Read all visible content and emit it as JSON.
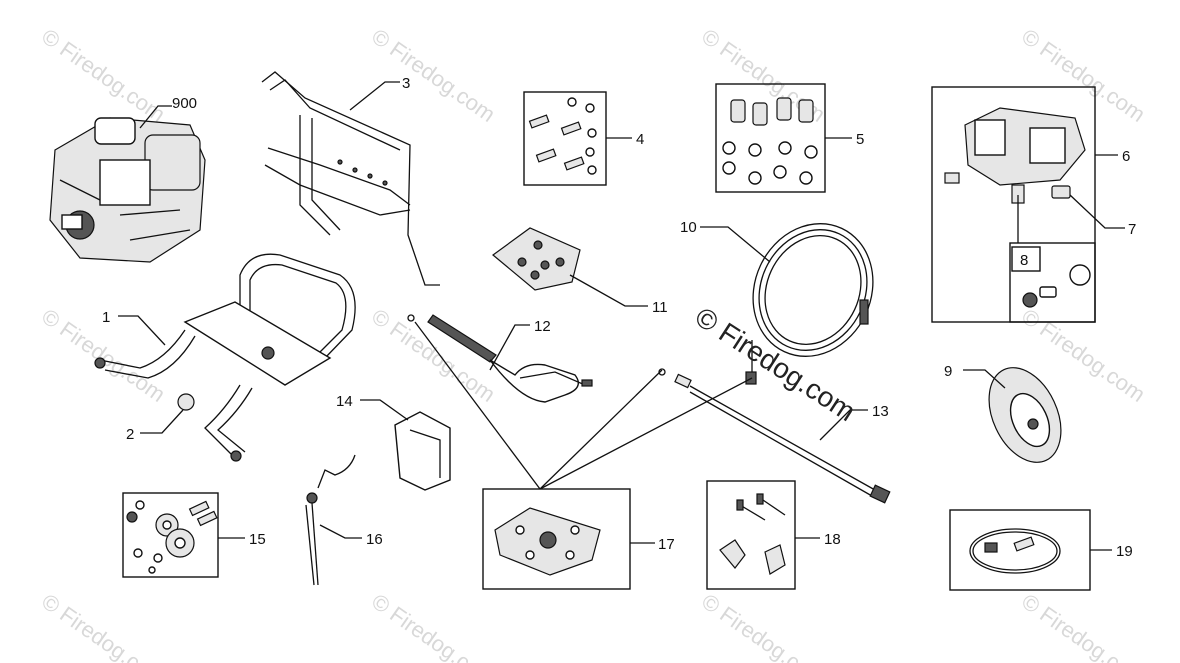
{
  "watermark": {
    "tile_text": "© Firedog.com",
    "center_text": "© Firedog.com"
  },
  "callouts": [
    {
      "id": "900",
      "label": "900"
    },
    {
      "id": "3",
      "label": "3"
    },
    {
      "id": "4",
      "label": "4"
    },
    {
      "id": "5",
      "label": "5"
    },
    {
      "id": "6",
      "label": "6"
    },
    {
      "id": "7",
      "label": "7"
    },
    {
      "id": "8",
      "label": "8"
    },
    {
      "id": "10",
      "label": "10"
    },
    {
      "id": "11",
      "label": "11"
    },
    {
      "id": "1",
      "label": "1"
    },
    {
      "id": "12",
      "label": "12"
    },
    {
      "id": "2",
      "label": "2"
    },
    {
      "id": "14",
      "label": "14"
    },
    {
      "id": "9",
      "label": "9"
    },
    {
      "id": "13",
      "label": "13"
    },
    {
      "id": "15",
      "label": "15"
    },
    {
      "id": "16",
      "label": "16"
    },
    {
      "id": "17",
      "label": "17"
    },
    {
      "id": "18",
      "label": "18"
    },
    {
      "id": "19",
      "label": "19"
    }
  ]
}
